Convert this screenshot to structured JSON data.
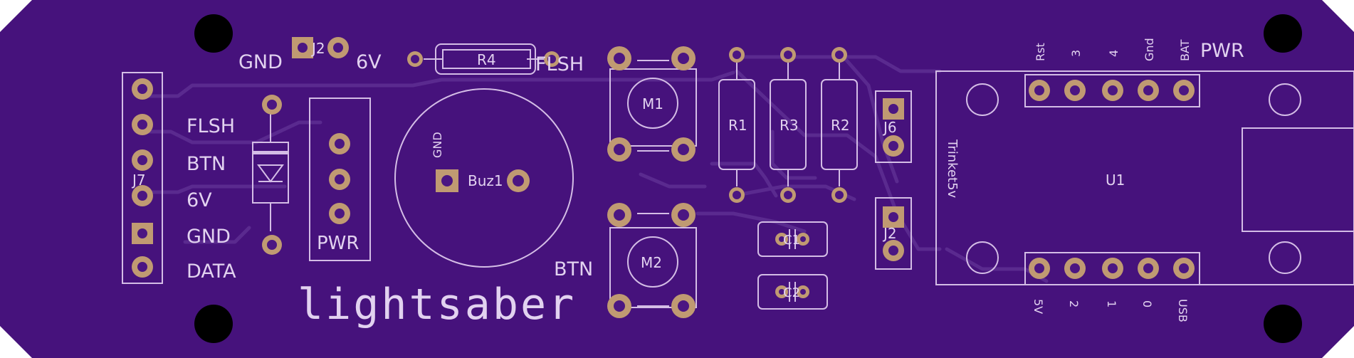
{
  "colors": {
    "board": "#46127c",
    "silkscreen": "#d4bde6",
    "pad": "#c09a72",
    "mount_hole": "#000000",
    "trace": "#5a2a8f"
  },
  "board_title": "lightsaber",
  "j7": {
    "ref": "J7",
    "pins": [
      "FLSH",
      "BTN",
      "6V",
      "GND",
      "DATA"
    ]
  },
  "j1": {
    "ref": "J2",
    "left_label": "GND",
    "right_label": "6V"
  },
  "r4": {
    "ref": "R4",
    "right_label": "FLSH"
  },
  "pwr_header": {
    "label": "PWR"
  },
  "buzzer": {
    "ref": "Buz1",
    "pin_label": "GND"
  },
  "m1": {
    "ref": "M1"
  },
  "m2": {
    "ref": "M2",
    "label": "BTN"
  },
  "resistors": [
    "R1",
    "R3",
    "R2"
  ],
  "caps": [
    "C1",
    "C2"
  ],
  "j6": {
    "ref": "J6"
  },
  "j2": {
    "ref": "J2"
  },
  "u1": {
    "ref": "U1",
    "part": "Trinket5v",
    "pwr_label": "PWR",
    "top_pins": [
      "Rst",
      "3",
      "4",
      "Gnd",
      "BAT"
    ],
    "bottom_pins": [
      "5V",
      "2",
      "1",
      "0",
      "USB"
    ]
  }
}
